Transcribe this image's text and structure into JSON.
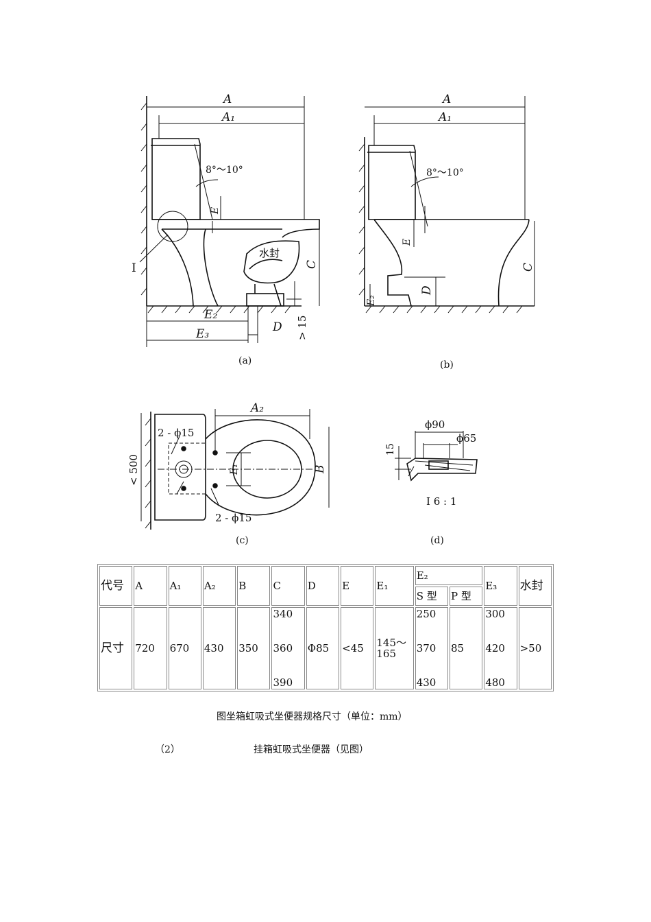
{
  "figure": {
    "a": {
      "dim_A": "A",
      "dim_A1": "A₁",
      "angle": "8°～10°",
      "dim_E": "E",
      "water_seal": "水封",
      "detail_I": "I",
      "dim_C": "C",
      "dim_E2": "E₂",
      "dim_E3": "E₃",
      "dim_D": "D",
      "gt15": "> 15",
      "label": "(a)"
    },
    "b": {
      "dim_A": "A",
      "dim_A1": "A₁",
      "angle": "8°～10°",
      "dim_E": "E",
      "dim_C": "C",
      "dim_D": "D",
      "dim_E2": "E₂",
      "label": "(b)"
    },
    "c": {
      "dim_A2": "A₂",
      "hole_top": "2 - ϕ15",
      "hole_bottom": "2 - ϕ15",
      "lt500": "< 500",
      "dim_E1": "E₁",
      "dim_B": "B",
      "label": "(c)"
    },
    "d": {
      "phi90": "ϕ90",
      "phi65": "ϕ65",
      "dim15": "15",
      "scale": "I 6 : 1",
      "label": "(d)"
    }
  },
  "table": {
    "header": {
      "code": "代号",
      "A": "A",
      "A1": "A₁",
      "A2": "A₂",
      "B": "B",
      "C": "C",
      "D": "D",
      "E": "E",
      "E1": "E₁",
      "E2": "E₂",
      "S_type": "S 型",
      "P_type": "P 型",
      "E3": "E₃",
      "water_seal": "水封"
    },
    "row": {
      "label": "尺寸",
      "A": "720",
      "A1": "670",
      "A2": "430",
      "B": "350",
      "C": [
        "340",
        "360",
        "390"
      ],
      "D": "Φ85",
      "E": "<45",
      "E1": "145～165",
      "S_type": [
        "250",
        "370",
        "430"
      ],
      "P_type": "85",
      "E3": [
        "300",
        "420",
        "480"
      ],
      "water_seal": ">50"
    }
  },
  "caption": "图坐箱虹吸式坐便器规格尺寸（单位：mm）",
  "section": {
    "number": "（2）",
    "title": "挂箱虹吸式坐便器（见图）"
  }
}
